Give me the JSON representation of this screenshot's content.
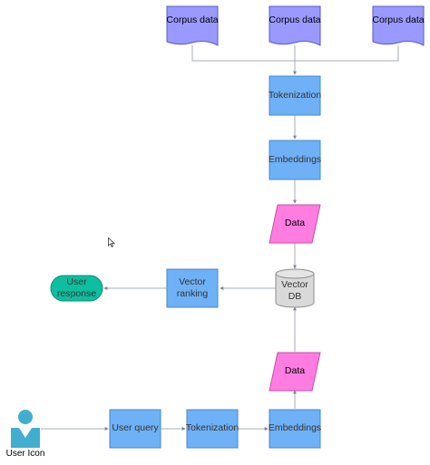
{
  "nodes": {
    "corpus_1": "Corpus data",
    "corpus_2": "Corpus data",
    "corpus_3": "Corpus data",
    "tokenization_top": "Tokenization",
    "embeddings_top": "Embeddings",
    "data_top": "Data",
    "vector_db": "Vector\nDB",
    "vector_ranking": "Vector\nranking",
    "user_response": "User\nresponse",
    "data_bottom": "Data",
    "user_query": "User query",
    "tokenization_bottom": "Tokenization",
    "embeddings_bottom": "Embeddings",
    "user_icon": "User Icon"
  },
  "colors": {
    "document": "#9999ff",
    "process": "#6fb1f7",
    "data": "#ff7de0",
    "database": "#d9d9d9",
    "terminator": "#0dbfa0",
    "user": "#42aecf",
    "connector": "#9aa3ad"
  }
}
